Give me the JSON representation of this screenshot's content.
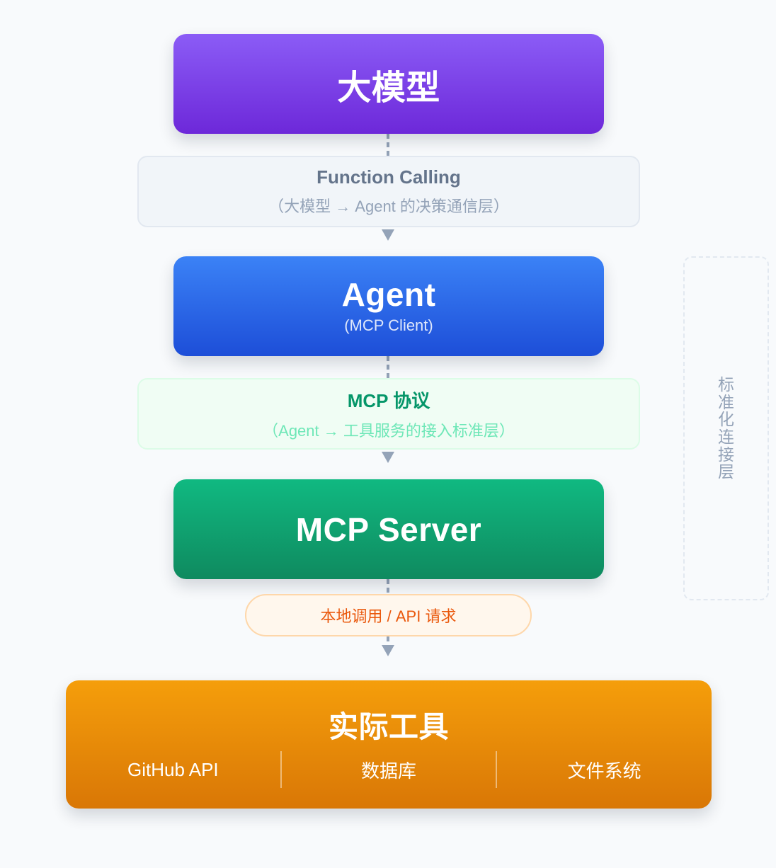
{
  "llm": {
    "title": "大模型"
  },
  "function_calling": {
    "title": "Function Calling",
    "subtitle": "（大模型 → Agent 的决策通信层）"
  },
  "agent": {
    "title": "Agent",
    "subtitle": "(MCP Client)"
  },
  "mcp_protocol": {
    "title": "MCP 协议",
    "subtitle": "（Agent → 工具服务的接入标准层）"
  },
  "mcp_server": {
    "title": "MCP Server"
  },
  "api_call": {
    "label": "本地调用 / API 请求"
  },
  "tools": {
    "title": "实际工具",
    "items": [
      "GitHub API",
      "数据库",
      "文件系统"
    ]
  },
  "side_label": "标准化连接层",
  "colors": {
    "llm": "#7c3aed",
    "agent": "#2563eb",
    "mcp_server": "#059669",
    "tools": "#f59e0b",
    "connector": "#94a3b8"
  }
}
